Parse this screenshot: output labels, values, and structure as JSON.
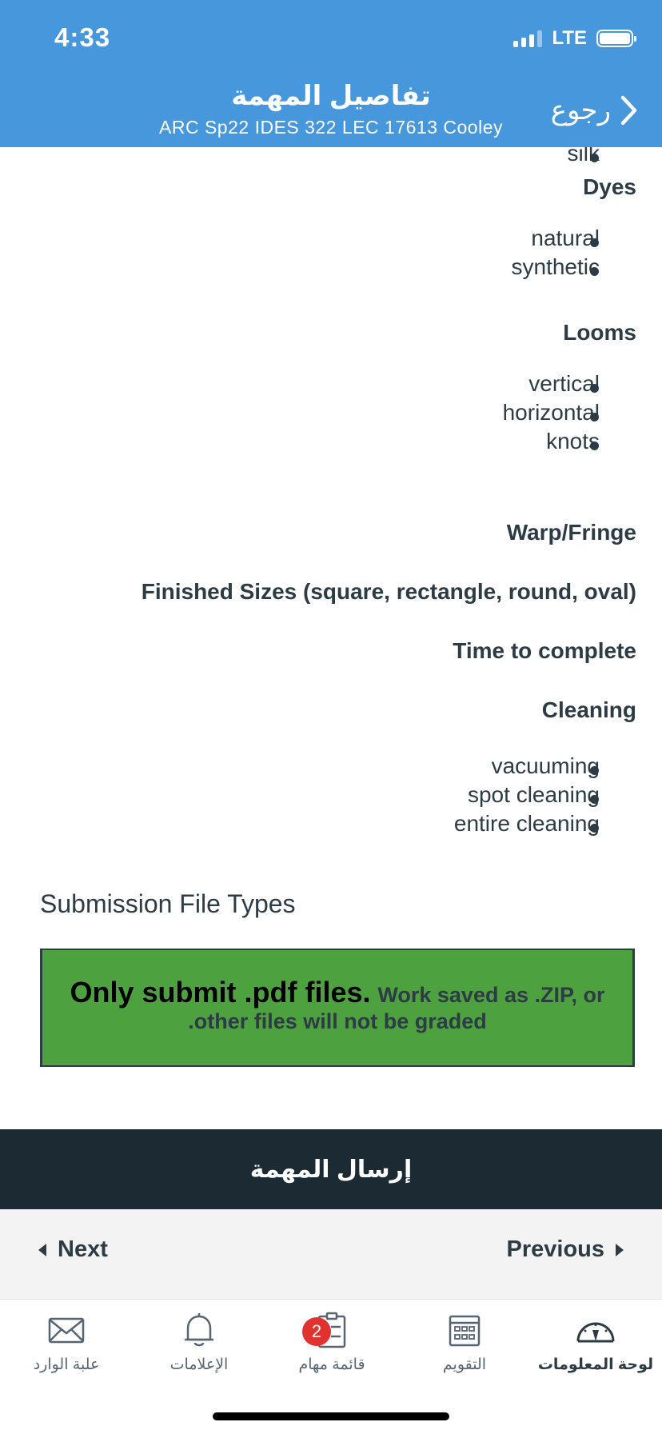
{
  "status": {
    "time": "4:33",
    "network": "LTE"
  },
  "header": {
    "title": "تفاصيل المهمة",
    "subtitle": "ARC Sp22 IDES 322 LEC 17613 Cooley",
    "back_label": "رجوع"
  },
  "content": {
    "top_item": "silk",
    "sections": [
      {
        "heading": "Dyes",
        "items": [
          "natural",
          "synthetic"
        ]
      },
      {
        "heading": "Looms",
        "items": [
          "vertical",
          "horizontal",
          "knots"
        ]
      },
      {
        "heading": "Warp/Fringe",
        "items": []
      },
      {
        "heading": "Finished Sizes (square, rectangle, round, oval)",
        "items": []
      },
      {
        "heading": "Time to complete",
        "items": []
      },
      {
        "heading": "Cleaning",
        "items": [
          "vacuuming",
          "spot cleaning",
          "entire cleaning"
        ]
      }
    ],
    "submission_label": "Submission File Types",
    "notice": {
      "strong": "Only submit .pdf files.",
      "rest": "Work saved as .ZIP, or .other files will not be graded",
      "background": "#4da23f"
    }
  },
  "submit_label": "إرسال المهمة",
  "pager": {
    "next_label": "Next",
    "previous_label": "Previous"
  },
  "tabs": [
    {
      "label": "علبة الوارد",
      "icon": "mail-icon"
    },
    {
      "label": "الإعلامات",
      "icon": "bell-icon"
    },
    {
      "label": "قائمة مهام",
      "icon": "todo-list-icon",
      "badge": "2"
    },
    {
      "label": "التقويم",
      "icon": "calendar-icon"
    },
    {
      "label": "لوحة المعلومات",
      "icon": "dashboard-icon",
      "active": true
    }
  ],
  "colors": {
    "header": "#4797dd",
    "submit_bar": "#1c2b33",
    "text": "#2d3b45",
    "badge": "#e0322f"
  }
}
